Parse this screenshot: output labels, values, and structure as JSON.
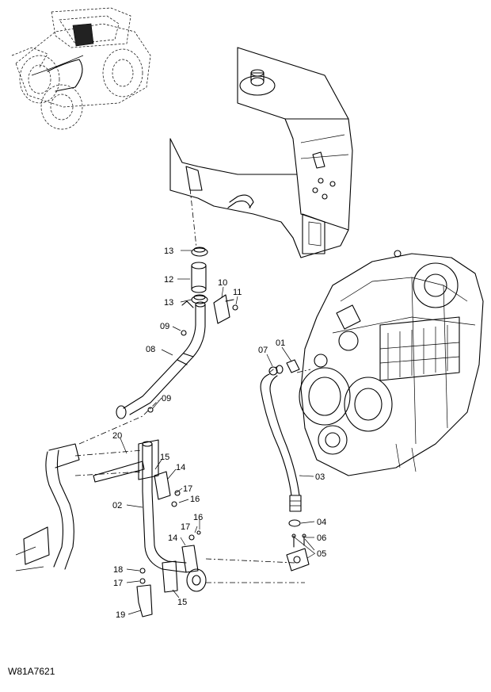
{
  "drawing_code": "W81A7621",
  "callouts": [
    "13",
    "12",
    "13",
    "10",
    "11",
    "09",
    "08",
    "09",
    "07",
    "01",
    "20",
    "15",
    "14",
    "17",
    "16",
    "02",
    "03",
    "17",
    "16",
    "04",
    "06",
    "14",
    "05",
    "18",
    "17",
    "15",
    "19"
  ]
}
